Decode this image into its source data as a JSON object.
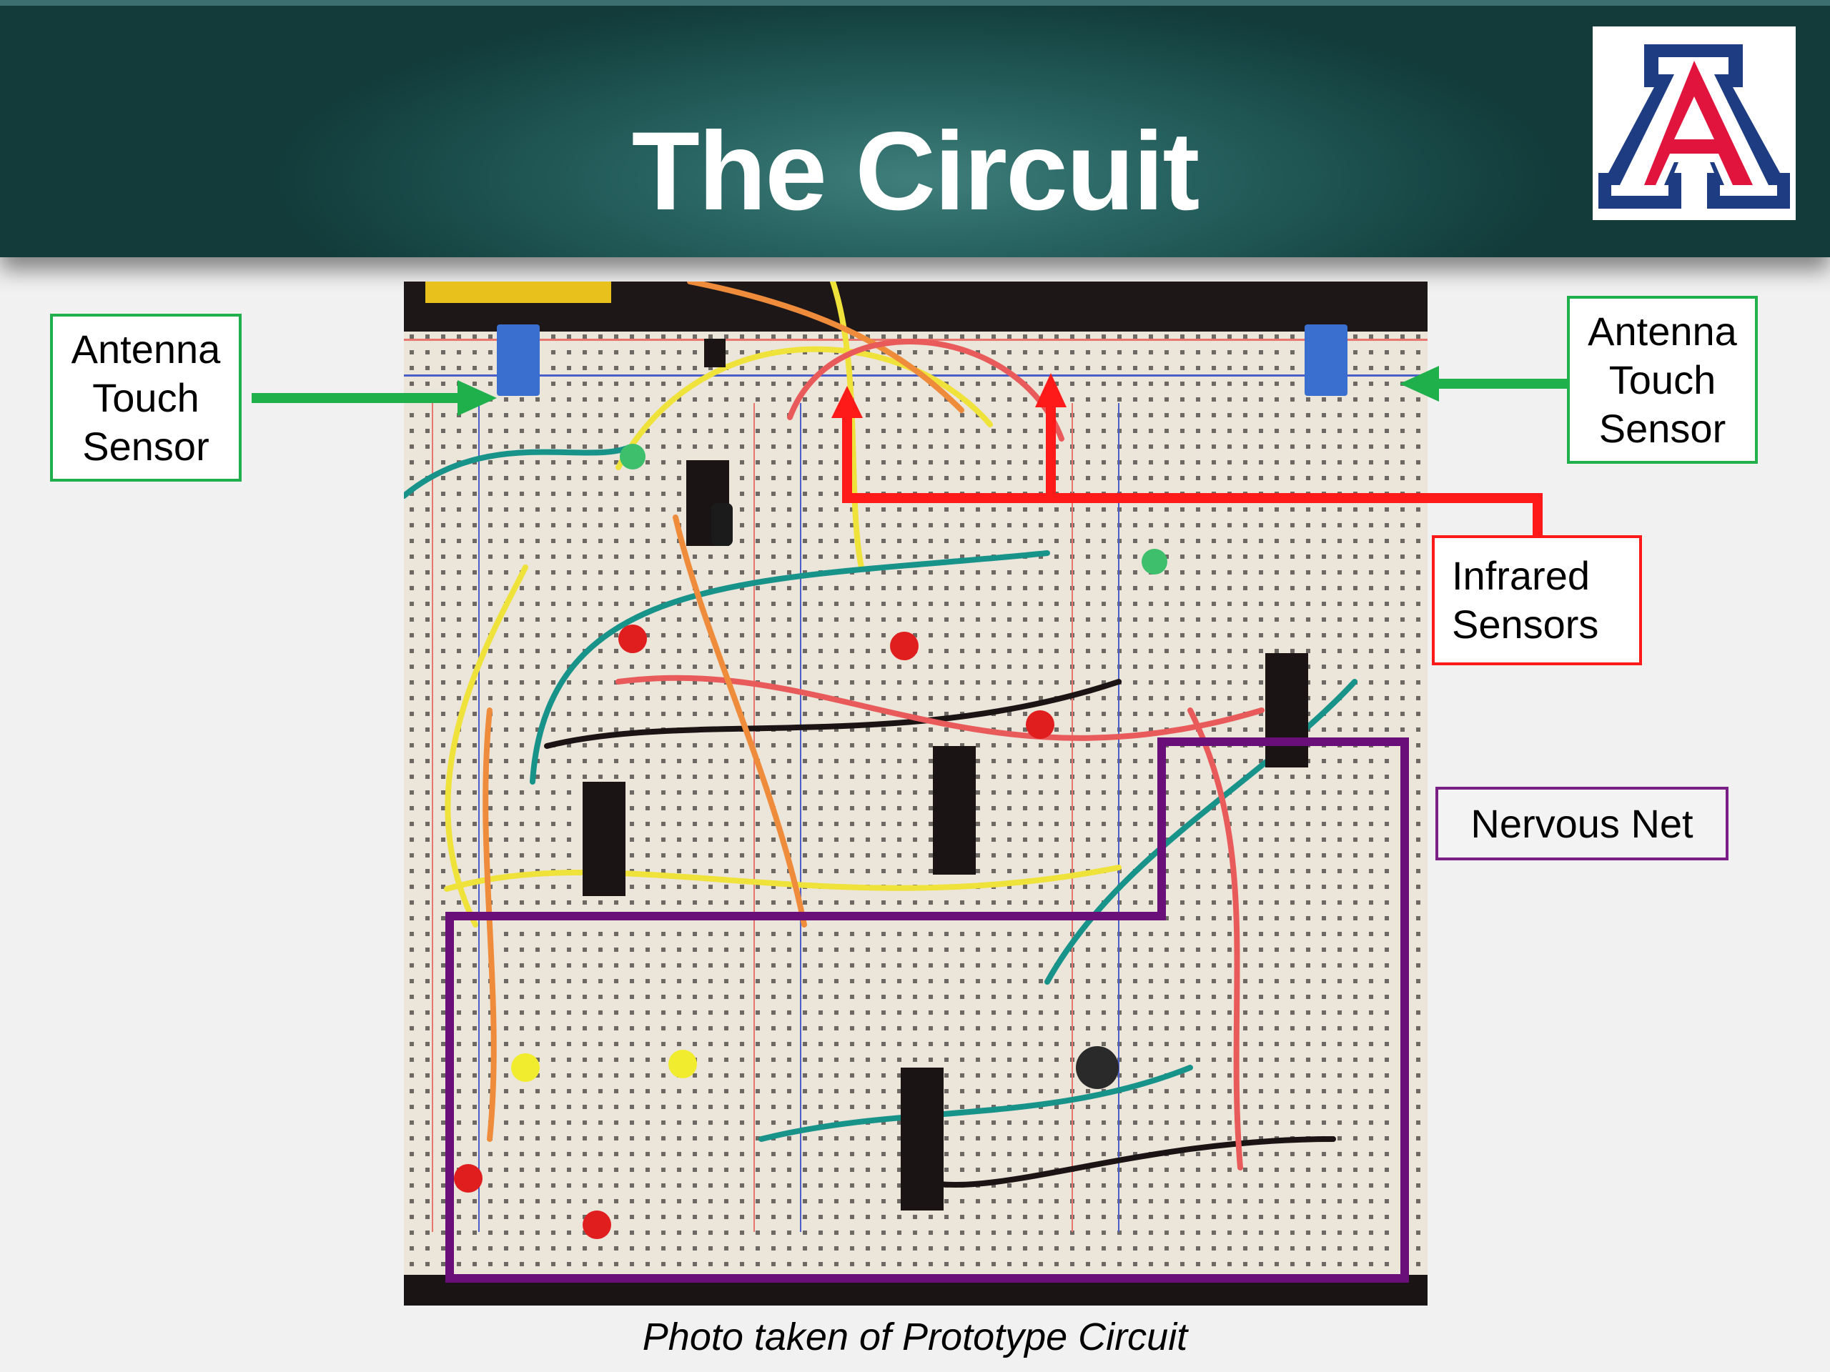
{
  "slide": {
    "title": "The Circuit",
    "caption": "Photo taken of Prototype Circuit",
    "logo": {
      "name": "university-of-arizona-a-logo",
      "colors": {
        "navy": "#1e3c82",
        "red": "#e0143c"
      }
    }
  },
  "annotations": {
    "antenna_left": {
      "lines": [
        "Antenna",
        "Touch",
        "Sensor"
      ],
      "color": "#1fb04c"
    },
    "antenna_right": {
      "lines": [
        "Antenna",
        "Touch",
        "Sensor"
      ],
      "color": "#1fb04c"
    },
    "infrared": {
      "lines": [
        "Infrared",
        "Sensors"
      ],
      "color": "#ff1a1a"
    },
    "nervous_net": {
      "label": "Nervous Net",
      "color": "#7a1f85"
    }
  },
  "colors": {
    "header": "#1b4f4d",
    "background": "#f1f1f1"
  }
}
